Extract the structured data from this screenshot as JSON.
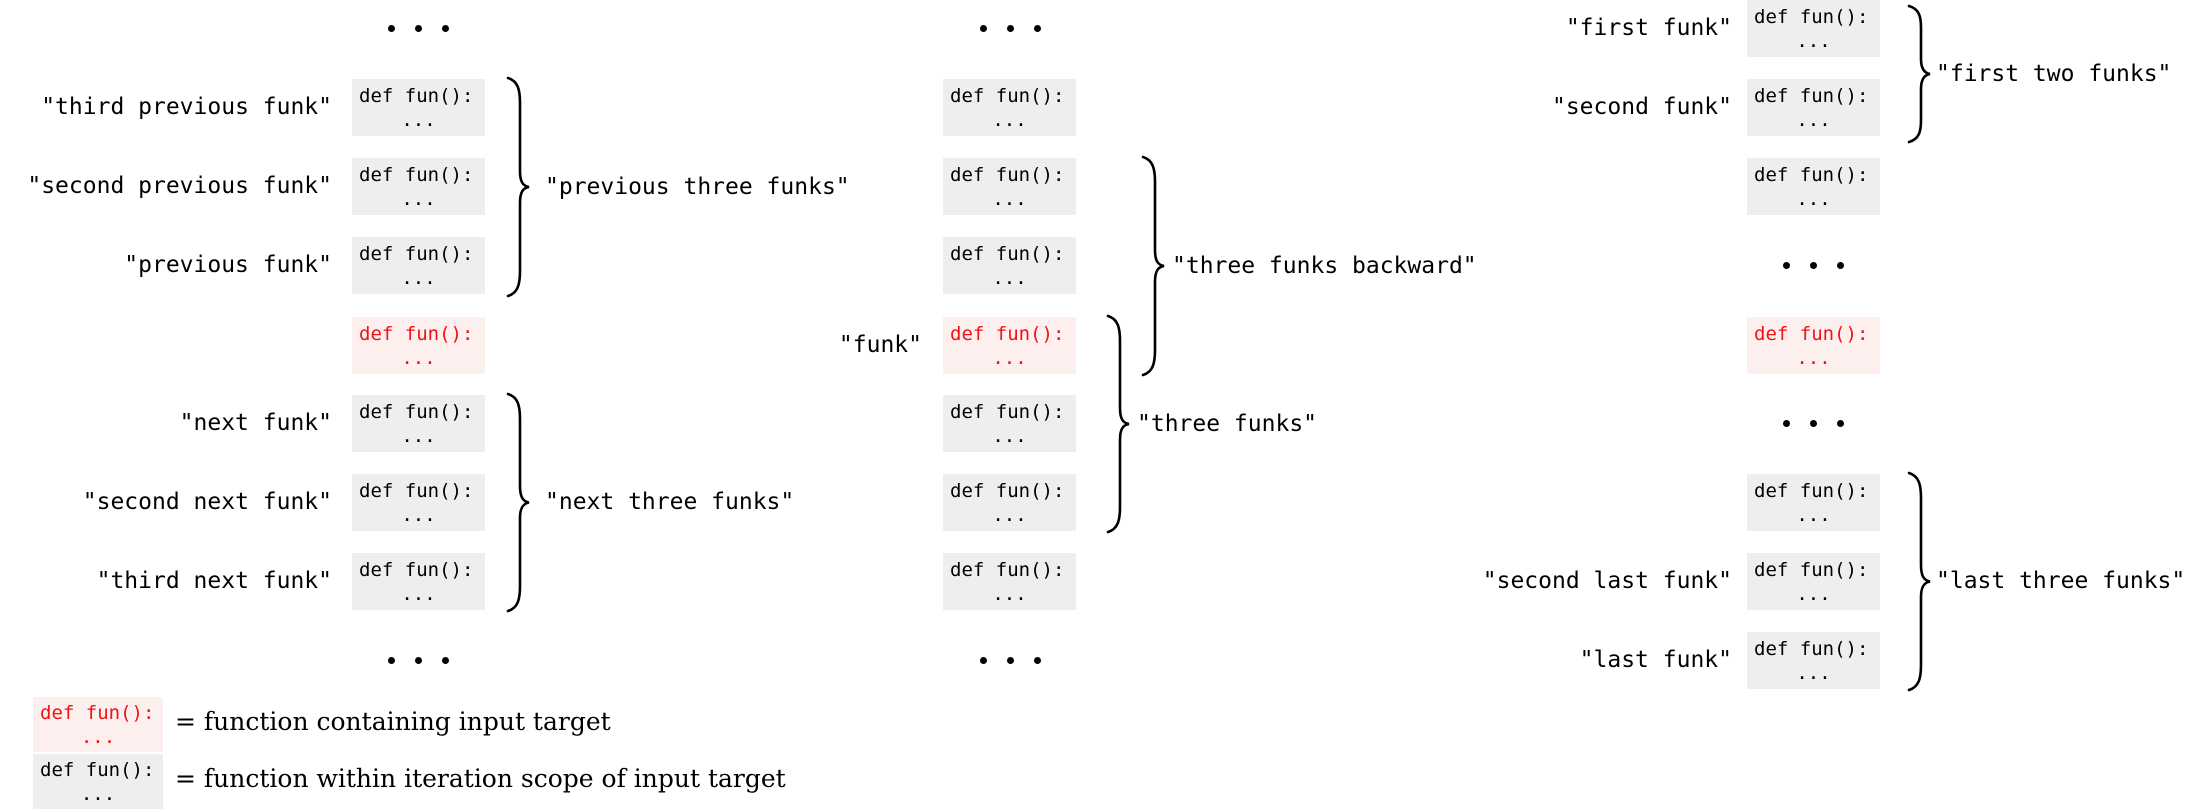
{
  "colors": {
    "box_bg": "#eeeeee",
    "target_box_bg": "#fdefee",
    "target_text": "#f01214",
    "text": "#000000"
  },
  "code_box": {
    "def_line": "def fun():",
    "body_line": "..."
  },
  "left_column": {
    "labels": {
      "row1": "\"third previous funk\"",
      "row2": "\"second previous funk\"",
      "row3": "\"previous funk\"",
      "row5": "\"next funk\"",
      "row6": "\"second next funk\"",
      "row7": "\"third next funk\""
    },
    "brace_labels": {
      "previous_three": "\"previous three funks\"",
      "next_three": "\"next three funks\""
    }
  },
  "middle_column": {
    "target_label": "\"funk\"",
    "brace_labels": {
      "backward": "\"three funks backward\"",
      "forward": "\"three funks\""
    }
  },
  "right_column": {
    "labels": {
      "row1": "\"first funk\"",
      "row2": "\"second funk\"",
      "row8": "\"second last funk\"",
      "row9": "\"last funk\""
    },
    "brace_labels": {
      "first_two": "\"first two funks\"",
      "last_three": "\"last three funks\""
    }
  },
  "legend": {
    "target_text": "= function containing input target",
    "scope_text": "= function within iteration scope of input target"
  }
}
